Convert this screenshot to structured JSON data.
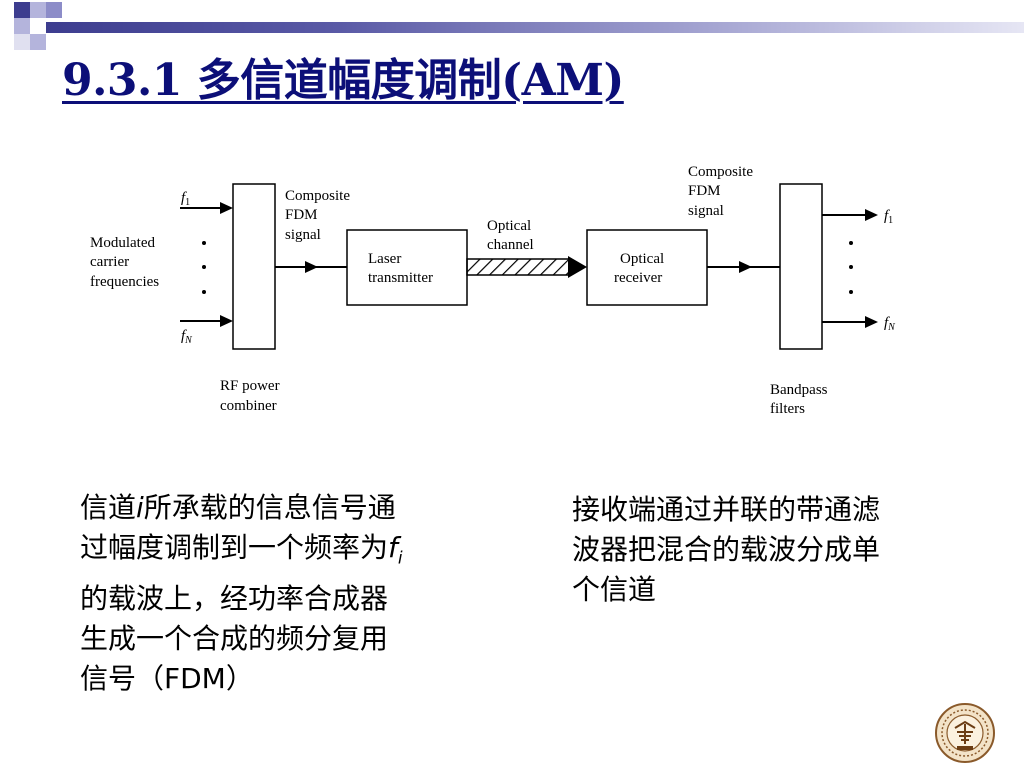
{
  "slide": {
    "title": "9.3.1  多信道幅度调制(AM)",
    "accent_color": "#0c0f78"
  },
  "diagram": {
    "inputs_label": [
      "Modulated",
      "carrier",
      "frequencies"
    ],
    "f1_left": {
      "main": "f",
      "sub": "1"
    },
    "fN_left": {
      "main": "f",
      "sub": "N"
    },
    "combiner_label": [
      "RF power",
      "combiner"
    ],
    "composite_left": [
      "Composite",
      "FDM",
      "signal"
    ],
    "laser_label": [
      "Laser",
      "transmitter"
    ],
    "channel_label": [
      "Optical",
      "channel"
    ],
    "receiver_label": [
      "Optical",
      "receiver"
    ],
    "composite_right": [
      "Composite",
      "FDM",
      "signal"
    ],
    "filters_label": [
      "Bandpass",
      "filters"
    ],
    "f1_right": {
      "main": "f",
      "sub": "1"
    },
    "fN_right": {
      "main": "f",
      "sub": "N"
    }
  },
  "notes": {
    "left": {
      "l1_a": "信道",
      "l1_i": "i",
      "l1_b": "所承载的信息信号通",
      "l2_a": "过幅度调制到一个频率为",
      "l2_f": "f",
      "l2_sub": "i",
      "l3": "的载波上，经功率合成器",
      "l4": "生成一个合成的频分复用",
      "l5": "信号（FDM）"
    },
    "right": {
      "l1": "接收端通过并联的带通滤",
      "l2": "波器把混合的载波分成单",
      "l3": "个信道"
    }
  }
}
